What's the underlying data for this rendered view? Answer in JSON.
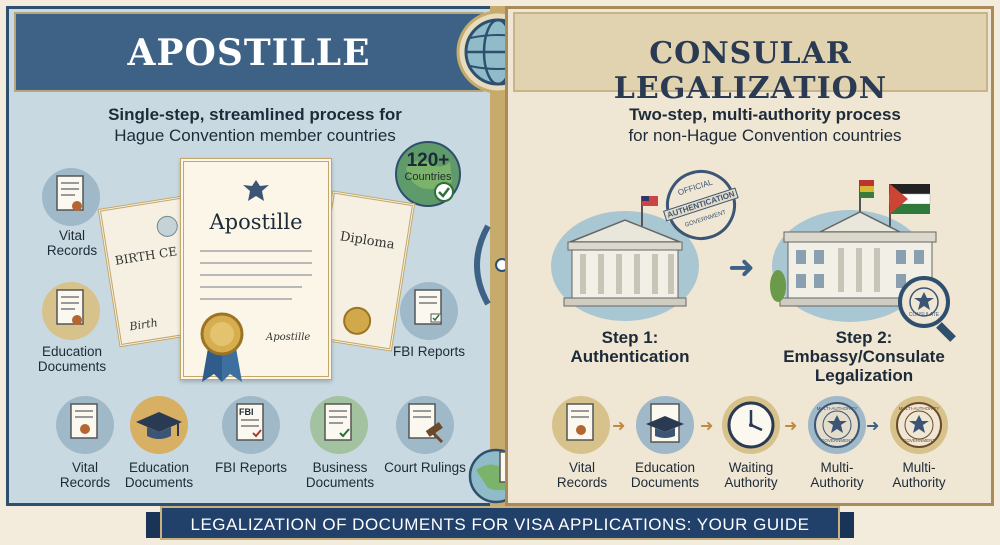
{
  "left": {
    "title": "APOSTILLE",
    "subtitle_line1": "Single-step, streamlined process for",
    "subtitle_line2": "Hague Convention member countries",
    "badge_number": "120+",
    "badge_text": "Countries",
    "certificate_title": "Apostille",
    "certificate_signature": "Apostille",
    "birth_cert_text": "BIRTH CE",
    "birth_cert_signature": "Birth",
    "diploma_text": "Diploma",
    "side_items": [
      {
        "label": "Vital Records"
      },
      {
        "label": "Education Documents"
      },
      {
        "label": "FBI Reports"
      }
    ],
    "bottom_items": [
      {
        "label": "Vital Records"
      },
      {
        "label": "Education Documents"
      },
      {
        "label": "FBI Reports"
      },
      {
        "label": "Business Documents"
      },
      {
        "label": "Court Rulings"
      }
    ],
    "fbi_icon_text": "FBI"
  },
  "right": {
    "title": "CONSULAR LEGALIZATION",
    "subtitle_line1": "Two-step, multi-authority process",
    "subtitle_line2": "for non-Hague Convention countries",
    "stamp_line1": "OFFICIAL",
    "stamp_line2": "AUTHENTICATION",
    "stamp_line3": "GOVERNMENT",
    "step1_line1": "Step 1:",
    "step1_line2": "Authentication",
    "step2_line1": "Step 2:",
    "step2_line2": "Embassy/Consulate",
    "step2_line3": "Legalization",
    "seal_text": "CONSULATE",
    "bottom_items": [
      {
        "label": "Vital Records"
      },
      {
        "label": "Education Documents"
      },
      {
        "label": "Waiting Authority"
      },
      {
        "label": "Multi-Authority"
      },
      {
        "label": "Multi-Authority"
      }
    ],
    "badge_ring_text": "MULTI-AUTHORITY",
    "badge_ring_sub": "GOVERNMENT"
  },
  "footer": {
    "title": "LEGALIZATION OF DOCUMENTS FOR VISA APPLICATIONS: YOUR GUIDE"
  },
  "colors": {
    "left_bg": "#c9d9e1",
    "left_banner": "#3d6286",
    "right_bg": "#efe6d3",
    "right_banner": "#e1d2b0",
    "footer_bg": "#21406a",
    "gold": "#c6ab6c"
  }
}
